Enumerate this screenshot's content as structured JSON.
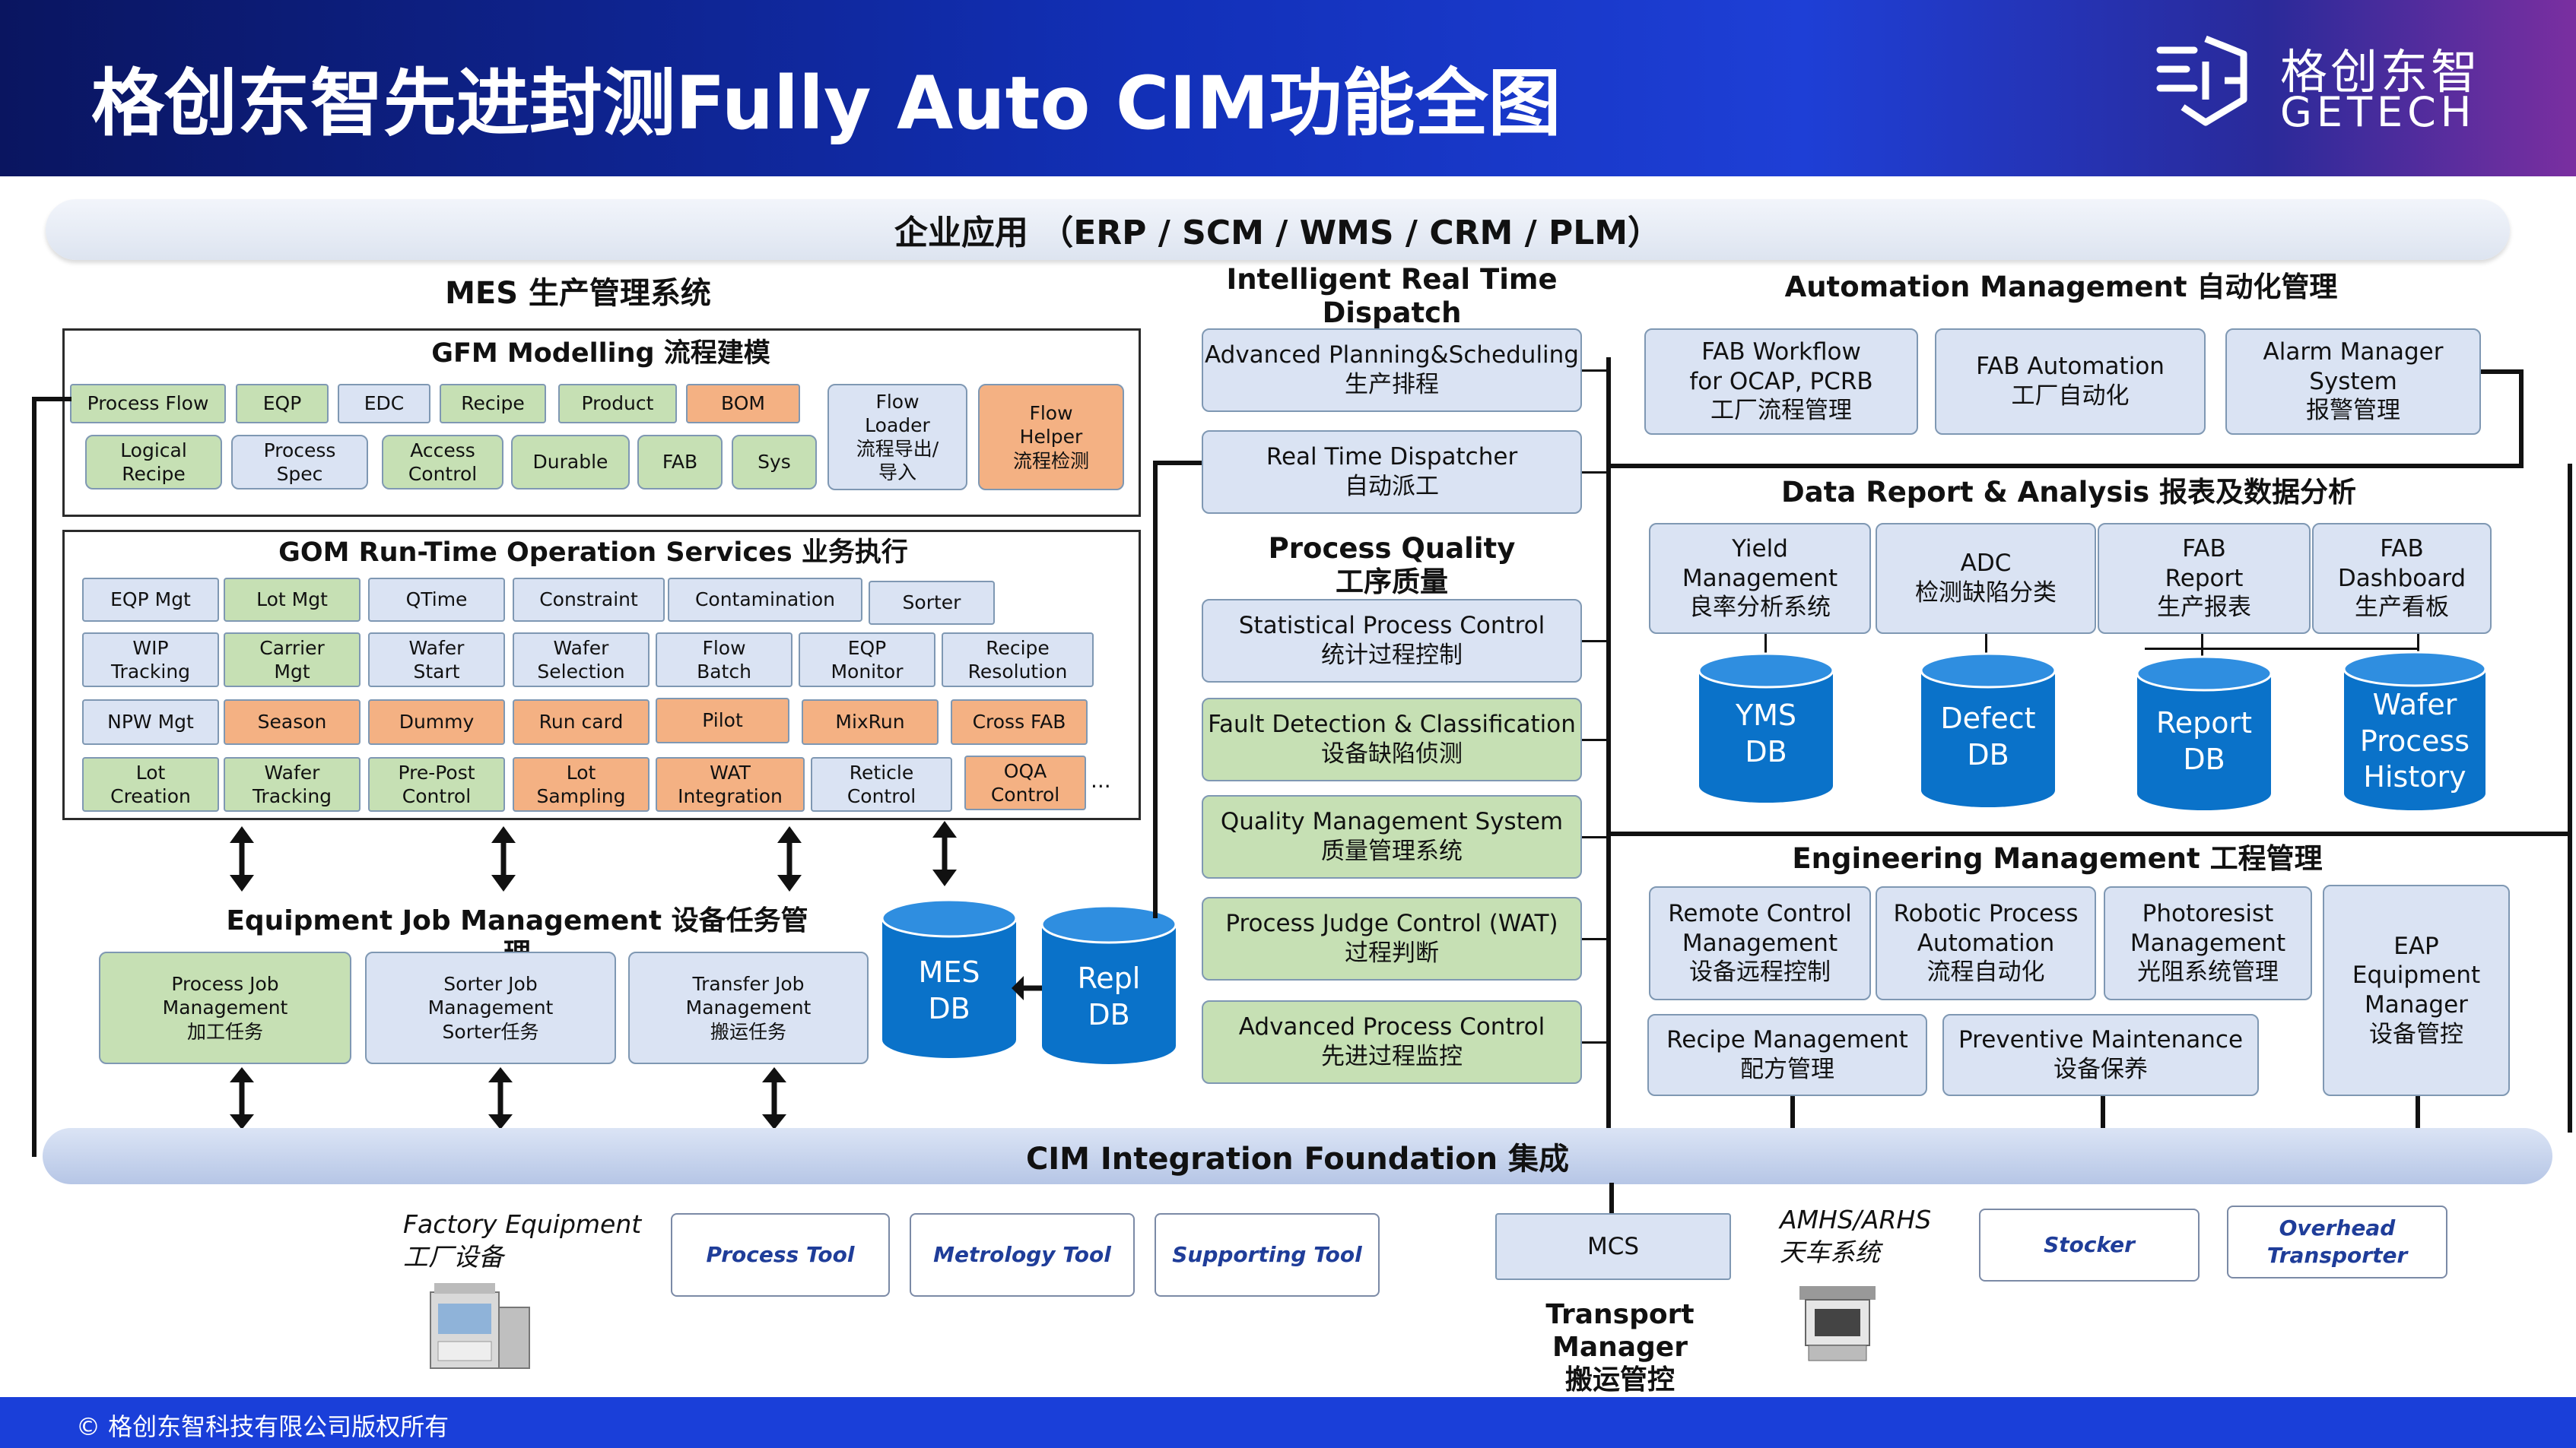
{
  "header": {
    "title": "格创东智先进封测Fully Auto CIM功能全图",
    "logo_cn": "格创东智",
    "logo_en": "GETECH"
  },
  "enterprise_bar": "企业应用 （ERP / SCM / WMS / CRM / PLM）",
  "mes": {
    "title": "MES 生产管理系统",
    "gfm": {
      "title": "GFM Modelling 流程建模",
      "row1": [
        "Process Flow",
        "EQP",
        "EDC",
        "Recipe",
        "Product",
        "BOM"
      ],
      "row2": [
        "Logical\nRecipe",
        "Process\nSpec",
        "Access\nControl",
        "Durable",
        "FAB",
        "Sys"
      ],
      "flow_loader": "Flow\nLoader\n流程导出/\n导入",
      "flow_helper": "Flow\nHelper\n流程检测"
    },
    "gom": {
      "title": "GOM Run-Time Operation Services 业务执行",
      "row1": [
        "EQP Mgt",
        "Lot Mgt",
        "QTime",
        "Constraint",
        "Contamination",
        "Sorter"
      ],
      "row2": [
        "WIP\nTracking",
        "Carrier\nMgt",
        "Wafer\nStart",
        "Wafer\nSelection",
        "Flow\nBatch",
        "EQP\nMonitor",
        "Recipe\nResolution"
      ],
      "row3": [
        "NPW Mgt",
        "Season",
        "Dummy",
        "Run card",
        "Pilot",
        "MixRun",
        "Cross FAB"
      ],
      "row4": [
        "Lot\nCreation",
        "Wafer\nTracking",
        "Pre-Post\nControl",
        "Lot\nSampling",
        "WAT\nIntegration",
        "Reticle\nControl",
        "OQA\nControl"
      ],
      "ellipsis": "..."
    }
  },
  "ejm": {
    "title": "Equipment Job Management 设备任务管理",
    "items": [
      "Process Job\nManagement\n加工任务",
      "Sorter Job\nManagement\nSorter任务",
      "Transfer Job\nManagement\n搬运任务"
    ]
  },
  "databases": {
    "mes": "MES\nDB",
    "repl": "Repl\nDB",
    "yms": "YMS\nDB",
    "defect": "Defect\nDB",
    "report": "Report\nDB",
    "wafer": "Wafer\nProcess\nHistory"
  },
  "dispatch": {
    "title": "Intelligent Real Time Dispatch\n智能实时派工",
    "aps": "Advanced Planning&Scheduling\n生产排程",
    "rtd": "Real Time Dispatcher\n自动派工"
  },
  "quality": {
    "title": "Process Quality\n工序质量",
    "items": [
      "Statistical Process Control\n统计过程控制",
      "Fault Detection & Classification\n设备缺陷侦测",
      "Quality Management System\n质量管理系统",
      "Process Judge Control (WAT)\n过程判断",
      "Advanced Process Control\n先进过程监控"
    ]
  },
  "automation": {
    "title": "Automation Management 自动化管理",
    "items": [
      "FAB Workflow\nfor OCAP, PCRB\n工厂流程管理",
      "FAB Automation\n工厂自动化",
      "Alarm Manager\nSystem\n报警管理"
    ]
  },
  "report": {
    "title": "Data Report & Analysis 报表及数据分析",
    "items": [
      "Yield\nManagement\n良率分析系统",
      "ADC\n检测缺陷分类",
      "FAB\nReport\n生产报表",
      "FAB\nDashboard\n生产看板"
    ]
  },
  "engineering": {
    "title": "Engineering Management 工程管理",
    "row1": [
      "Remote Control\nManagement\n设备远程控制",
      "Robotic Process\nAutomation\n流程自动化",
      "Photoresist\nManagement\n光阻系统管理"
    ],
    "eap": "EAP\nEquipment\nManager\n设备管控",
    "row2": [
      "Recipe Management\n配方管理",
      "Preventive Maintenance\n设备保养"
    ]
  },
  "foundation": "CIM Integration Foundation 集成",
  "factory": {
    "label": "Factory Equipment\n工厂设备",
    "tools": [
      "Process Tool",
      "Metrology Tool",
      "Supporting Tool"
    ]
  },
  "transport": {
    "mcs": "MCS",
    "amhs": "AMHS/ARHS\n天车系统",
    "stocker": "Stocker",
    "oht": "Overhead\nTransporter",
    "manager": "Transport Manager\n搬运管控"
  },
  "footer": "©  格创东智科技有限公司版权所有",
  "colors": {
    "header_dark": "#0b1a6e",
    "header_mid": "#1b3ccf",
    "green": "#c6e0b4",
    "blue": "#dae3f3",
    "orange": "#f4b183",
    "db_blue": "#0a72c9",
    "footer": "#1a3fd9",
    "foundation": "#c9d6ee"
  }
}
